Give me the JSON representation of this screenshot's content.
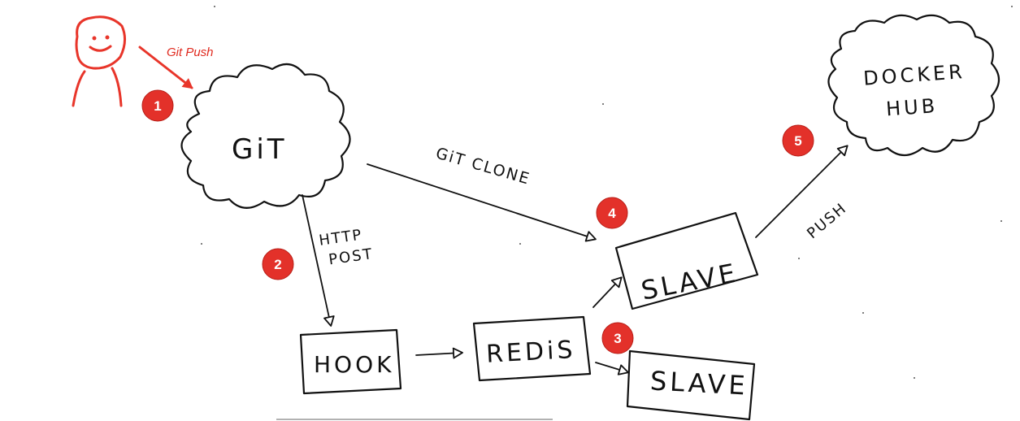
{
  "colors": {
    "ink": "#111111",
    "accent_red": "#e8352a",
    "badge_red": "#e3312a"
  },
  "actor": {
    "icon": "stick-figure-icon",
    "action_label": "Git Push"
  },
  "nodes": {
    "git": "GiT",
    "docker_hub_line1": "DOCKER",
    "docker_hub_line2": "HUB",
    "hook": "HOOK",
    "redis": "REDiS",
    "slave_top": "SLAVE",
    "slave_bottom": "SLAVE"
  },
  "edges": {
    "git_clone": "GiT CLONE",
    "http_line1": "HTTP",
    "http_line2": "POST",
    "push": "PUSH"
  },
  "badges": [
    "1",
    "2",
    "3",
    "4",
    "5"
  ]
}
